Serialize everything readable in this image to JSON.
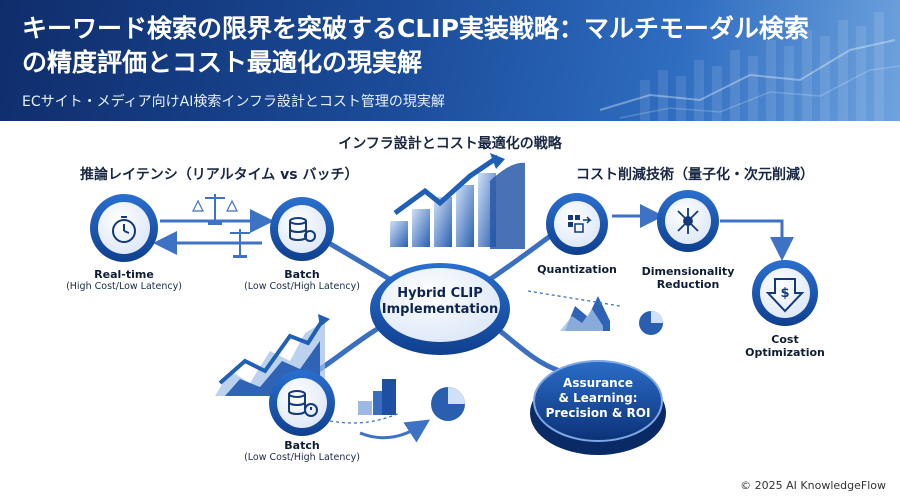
{
  "header": {
    "title_line1": "キーワード検索の限界を突破するCLIP実装戦略：マルチモーダル検索",
    "title_line2": "の精度評価とコスト最適化の現実解",
    "subtitle": "ECサイト・メディア向けAI検索インフラ設計とコスト管理の現実解"
  },
  "diagram": {
    "main_title": "インフラ設計とコスト最適化の戦略",
    "latency_section": {
      "title": "推論レイテンシ（リアルタイム vs バッチ）",
      "nodes": [
        {
          "title": "Real-time",
          "subtitle": "(High Cost/Low Latency)",
          "icon": "stopwatch-icon"
        },
        {
          "title": "Batch",
          "subtitle": "(Low Cost/High Latency)",
          "icon": "database-icon"
        }
      ],
      "lower_node": {
        "title": "Batch",
        "subtitle": "(Low Cost/High Latency)",
        "icon": "database-clock-icon"
      }
    },
    "cost_section": {
      "title": "コスト削減技術（量子化・次元削減）",
      "nodes": [
        {
          "title": "Quantization",
          "icon": "quantization-icon"
        },
        {
          "title_line1": "Dimensionality",
          "title_line2": "Reduction",
          "icon": "network-reduction-icon"
        },
        {
          "title_line1": "Cost",
          "title_line2": "Optimization",
          "icon": "dollar-down-icon"
        }
      ]
    },
    "hub": {
      "line1": "Hybrid CLIP",
      "line2": "Implementation"
    },
    "assurance": {
      "line1": "Assurance",
      "line2": "& Learning:",
      "line3": "Precision & ROI"
    }
  },
  "footer": {
    "copyright": "© 2025 AI KnowledgeFlow"
  },
  "colors": {
    "header_dark": "#0f2d6b",
    "header_light": "#6fa3de",
    "accent": "#1f5fb5",
    "arrow": "#3d72c4"
  }
}
